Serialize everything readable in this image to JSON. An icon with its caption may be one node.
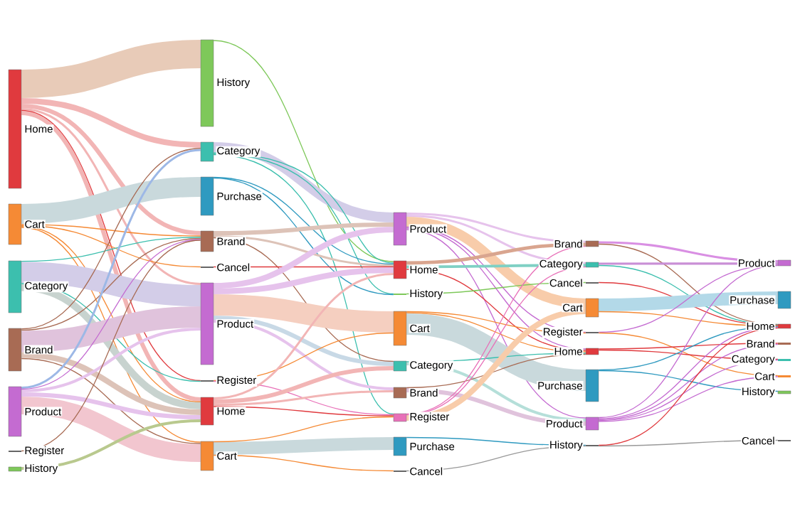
{
  "diagram": {
    "nodes": [
      {
        "text": [
          "Home"
        ]
      },
      {
        "text": [
          "Cart"
        ]
      },
      {
        "text": [
          "Category"
        ]
      },
      {
        "text": [
          "Brand"
        ]
      },
      {
        "text": [
          "Product"
        ]
      },
      {
        "text": [
          "Register"
        ]
      },
      {
        "text": [
          "History"
        ]
      },
      {
        "text": [
          "History"
        ]
      },
      {
        "text": [
          "Category"
        ]
      },
      {
        "text": [
          "Purchase"
        ]
      },
      {
        "text": [
          "Brand"
        ]
      },
      {
        "text": [
          "Cancel"
        ]
      },
      {
        "text": [
          "Product"
        ]
      },
      {
        "text": [
          "Register"
        ]
      },
      {
        "text": [
          "Home"
        ]
      },
      {
        "text": [
          "Cart"
        ]
      },
      {
        "text": [
          "Product"
        ]
      },
      {
        "text": [
          "Home"
        ]
      },
      {
        "text": [
          "History"
        ]
      },
      {
        "text": [
          "Cart"
        ]
      },
      {
        "text": [
          "Category"
        ]
      },
      {
        "text": [
          "Brand"
        ]
      },
      {
        "text": [
          "Register"
        ]
      },
      {
        "text": [
          "Purchase"
        ]
      },
      {
        "text": [
          "Cancel"
        ]
      },
      {
        "text": [
          "Brand"
        ]
      },
      {
        "text": [
          "Category"
        ]
      },
      {
        "text": [
          "Cancel"
        ]
      },
      {
        "text": [
          "Cart"
        ]
      },
      {
        "text": [
          "Register"
        ]
      },
      {
        "text": [
          "Home"
        ]
      },
      {
        "text": [
          "Purchase"
        ]
      },
      {
        "text": [
          "Product"
        ]
      },
      {
        "text": [
          "History"
        ]
      },
      {
        "text": [
          "Product"
        ]
      },
      {
        "text": [
          "Purchase"
        ]
      },
      {
        "text": [
          "Home"
        ]
      },
      {
        "text": [
          "Brand"
        ]
      },
      {
        "text": [
          "Category"
        ]
      },
      {
        "text": [
          "Cart"
        ]
      },
      {
        "text": [
          "History"
        ]
      },
      {
        "text": [
          "Cancel"
        ]
      }
    ],
    "edges": [
      {
        "from": 0,
        "to": 7,
        "arrow": "none",
        "style": "thick",
        "color": "#e8cbb8"
      },
      {
        "from": 0,
        "to": 8,
        "arrow": "none",
        "style": "thick",
        "color": "#f2b5b5"
      },
      {
        "from": 0,
        "to": 10,
        "arrow": "none",
        "style": "thick",
        "color": "#f2b5b5"
      },
      {
        "from": 0,
        "to": 12,
        "arrow": "none",
        "style": "thick",
        "color": "#f2b5b5"
      },
      {
        "from": 0,
        "to": 13,
        "arrow": "none",
        "color": "#e03a3e"
      },
      {
        "from": 0,
        "to": 14,
        "arrow": "none",
        "style": "thick",
        "color": "#f2b5b5"
      },
      {
        "from": 1,
        "to": 9,
        "arrow": "none",
        "style": "thick",
        "color": "#c9d9dc"
      },
      {
        "from": 1,
        "to": 10,
        "arrow": "none",
        "color": "#f58a35"
      },
      {
        "from": 1,
        "to": 11,
        "arrow": "none",
        "color": "#f58a35"
      },
      {
        "from": 1,
        "to": 14,
        "arrow": "none",
        "color": "#f58a35"
      },
      {
        "from": 1,
        "to": 15,
        "arrow": "none",
        "color": "#f58a35"
      },
      {
        "from": 2,
        "to": 10,
        "arrow": "none",
        "color": "#3cbfae"
      },
      {
        "from": 2,
        "to": 12,
        "arrow": "none",
        "style": "thick",
        "color": "#d3cde8"
      },
      {
        "from": 2,
        "to": 14,
        "arrow": "none",
        "style": "thick",
        "color": "#c8d3cf"
      },
      {
        "from": 2,
        "to": 13,
        "arrow": "none",
        "color": "#3cbfae"
      },
      {
        "from": 3,
        "to": 8,
        "arrow": "none",
        "color": "#a86b54"
      },
      {
        "from": 3,
        "to": 10,
        "arrow": "none",
        "color": "#a86b54"
      },
      {
        "from": 3,
        "to": 12,
        "arrow": "none",
        "style": "thick",
        "color": "#e0c3dc"
      },
      {
        "from": 3,
        "to": 14,
        "arrow": "none",
        "style": "thick",
        "color": "#ddc3b8"
      },
      {
        "from": 3,
        "to": 15,
        "arrow": "none",
        "color": "#a86b54"
      },
      {
        "from": 4,
        "to": 8,
        "arrow": "none",
        "style": "thick",
        "color": "#9db8e6"
      },
      {
        "from": 4,
        "to": 12,
        "arrow": "none",
        "style": "thick",
        "color": "#e6c3ec"
      },
      {
        "from": 4,
        "to": 14,
        "arrow": "none",
        "style": "thick",
        "color": "#e6c3ec"
      },
      {
        "from": 4,
        "to": 15,
        "arrow": "none",
        "style": "thick",
        "color": "#f2c6cf"
      },
      {
        "from": 4,
        "to": 10,
        "arrow": "none",
        "color": "#c46bd1"
      },
      {
        "from": 5,
        "to": 10,
        "arrow": "none",
        "color": "#a86b54"
      },
      {
        "from": 6,
        "to": 14,
        "arrow": "none",
        "style": "thick",
        "color": "#b9c98e"
      },
      {
        "from": 7,
        "to": 17,
        "arrow": "none",
        "color": "#7ec85a"
      },
      {
        "from": 8,
        "to": 16,
        "arrow": "none",
        "style": "thick",
        "color": "#d3cde8"
      },
      {
        "from": 8,
        "to": 18,
        "arrow": "none",
        "color": "#3cbfae"
      },
      {
        "from": 8,
        "to": 17,
        "arrow": "none",
        "color": "#3cbfae"
      },
      {
        "from": 8,
        "to": 22,
        "arrow": "none",
        "color": "#3cbfae"
      },
      {
        "from": 9,
        "to": 18,
        "arrow": "none",
        "color": "#2f9ac0"
      },
      {
        "from": 9,
        "to": 17,
        "arrow": "none",
        "color": "#2f9ac0"
      },
      {
        "from": 10,
        "to": 16,
        "arrow": "none",
        "style": "thick",
        "color": "#ddc3b8"
      },
      {
        "from": 10,
        "to": 17,
        "arrow": "none",
        "style": "thick",
        "color": "#ddc3b8"
      },
      {
        "from": 10,
        "to": 20,
        "arrow": "none",
        "color": "#a86b54"
      },
      {
        "from": 11,
        "to": 17,
        "arrow": "none",
        "color": "#e03a3e"
      },
      {
        "from": 12,
        "to": 16,
        "arrow": "none",
        "style": "thick",
        "color": "#e6c3ec"
      },
      {
        "from": 12,
        "to": 17,
        "arrow": "none",
        "style": "thick",
        "color": "#e6c3ec"
      },
      {
        "from": 12,
        "to": 19,
        "arrow": "none",
        "style": "thick",
        "color": "#f5cfc0"
      },
      {
        "from": 12,
        "to": 20,
        "arrow": "none",
        "style": "thick",
        "color": "#c8d9e6"
      },
      {
        "from": 12,
        "to": 21,
        "arrow": "none",
        "style": "thick",
        "color": "#e6c3ec"
      },
      {
        "from": 13,
        "to": 19,
        "arrow": "none",
        "color": "#f58a35"
      },
      {
        "from": 13,
        "to": 22,
        "arrow": "none",
        "color": "#e870b8"
      },
      {
        "from": 14,
        "to": 20,
        "arrow": "none",
        "style": "thick",
        "color": "#f2b5b5"
      },
      {
        "from": 14,
        "to": 21,
        "arrow": "none",
        "style": "thick",
        "color": "#f2b5b5"
      },
      {
        "from": 14,
        "to": 22,
        "arrow": "none",
        "color": "#e03a3e"
      },
      {
        "from": 14,
        "to": 17,
        "arrow": "none",
        "style": "thick",
        "color": "#f2b5b5"
      },
      {
        "from": 15,
        "to": 23,
        "arrow": "none",
        "style": "thick",
        "color": "#c9d9dc"
      },
      {
        "from": 15,
        "to": 24,
        "arrow": "none",
        "color": "#f58a35"
      },
      {
        "from": 15,
        "to": 22,
        "arrow": "none",
        "color": "#f58a35"
      },
      {
        "from": 16,
        "to": 25,
        "arrow": "none",
        "style": "thick",
        "color": "#e6c3ec"
      },
      {
        "from": 16,
        "to": 26,
        "arrow": "none",
        "style": "thick",
        "color": "#e6c3ec"
      },
      {
        "from": 16,
        "to": 28,
        "arrow": "none",
        "style": "thick",
        "color": "#f8ccaa"
      },
      {
        "from": 16,
        "to": 30,
        "arrow": "none",
        "color": "#c46bd1"
      },
      {
        "from": 16,
        "to": 32,
        "arrow": "none",
        "color": "#c46bd1"
      },
      {
        "from": 16,
        "to": 29,
        "arrow": "none",
        "color": "#c46bd1"
      },
      {
        "from": 17,
        "to": 25,
        "arrow": "none",
        "style": "thick",
        "color": "#d9a58f"
      },
      {
        "from": 17,
        "to": 26,
        "arrow": "none",
        "style": "thick",
        "color": "#7fd0c4"
      },
      {
        "from": 17,
        "to": 30,
        "arrow": "none",
        "color": "#e03a3e"
      },
      {
        "from": 18,
        "to": 27,
        "arrow": "none",
        "color": "#7ec85a"
      },
      {
        "from": 19,
        "to": 31,
        "arrow": "none",
        "style": "thick",
        "color": "#c9d9dc"
      },
      {
        "from": 19,
        "to": 29,
        "arrow": "none",
        "color": "#f58a35"
      },
      {
        "from": 19,
        "to": 30,
        "arrow": "none",
        "color": "#f58a35"
      },
      {
        "from": 20,
        "to": 30,
        "arrow": "none",
        "color": "#3cbfae"
      },
      {
        "from": 20,
        "to": 32,
        "arrow": "none",
        "style": "thick",
        "color": "#b5dfd9"
      },
      {
        "from": 21,
        "to": 32,
        "arrow": "none",
        "style": "thick",
        "color": "#e0c3dc"
      },
      {
        "from": 21,
        "to": 30,
        "arrow": "none",
        "color": "#a86b54"
      },
      {
        "from": 22,
        "to": 28,
        "arrow": "none",
        "style": "thick",
        "color": "#f8ccaa"
      },
      {
        "from": 22,
        "to": 26,
        "arrow": "none",
        "color": "#e870b8"
      },
      {
        "from": 22,
        "to": 25,
        "arrow": "none",
        "color": "#e870b8"
      },
      {
        "from": 23,
        "to": 33,
        "arrow": "none",
        "color": "#2f9ac0"
      },
      {
        "from": 24,
        "to": 33,
        "arrow": "none",
        "color": "#999999"
      },
      {
        "from": 25,
        "to": 34,
        "arrow": "none",
        "style": "thick",
        "color": "#d98fe3"
      },
      {
        "from": 25,
        "to": 36,
        "arrow": "none",
        "color": "#a86b54"
      },
      {
        "from": 26,
        "to": 34,
        "arrow": "none",
        "style": "thick",
        "color": "#c98fd6"
      },
      {
        "from": 26,
        "to": 36,
        "arrow": "none",
        "color": "#3cbfae"
      },
      {
        "from": 27,
        "to": 36,
        "arrow": "none",
        "color": "#e03a3e"
      },
      {
        "from": 28,
        "to": 35,
        "arrow": "none",
        "style": "thick",
        "color": "#b3d9e8"
      },
      {
        "from": 28,
        "to": 36,
        "arrow": "none",
        "color": "#f58a35"
      },
      {
        "from": 29,
        "to": 34,
        "arrow": "none",
        "color": "#c46bd1"
      },
      {
        "from": 29,
        "to": 39,
        "arrow": "none",
        "color": "#f58a35"
      },
      {
        "from": 30,
        "to": 37,
        "arrow": "none",
        "color": "#e03a3e"
      },
      {
        "from": 30,
        "to": 38,
        "arrow": "none",
        "color": "#e03a3e"
      },
      {
        "from": 31,
        "to": 40,
        "arrow": "none",
        "color": "#2f9ac0"
      },
      {
        "from": 31,
        "to": 36,
        "arrow": "none",
        "color": "#2f9ac0"
      },
      {
        "from": 32,
        "to": 36,
        "arrow": "none",
        "color": "#c46bd1"
      },
      {
        "from": 32,
        "to": 37,
        "arrow": "none",
        "color": "#c46bd1"
      },
      {
        "from": 32,
        "to": 38,
        "arrow": "none",
        "color": "#c46bd1"
      },
      {
        "from": 32,
        "to": 39,
        "arrow": "none",
        "color": "#c46bd1"
      },
      {
        "from": 32,
        "to": 34,
        "arrow": "none",
        "color": "#c46bd1"
      },
      {
        "from": 33,
        "to": 41,
        "arrow": "none",
        "color": "#999999"
      },
      {
        "from": 33,
        "to": 36,
        "arrow": "none",
        "color": "#e03a3e"
      }
    ]
  }
}
